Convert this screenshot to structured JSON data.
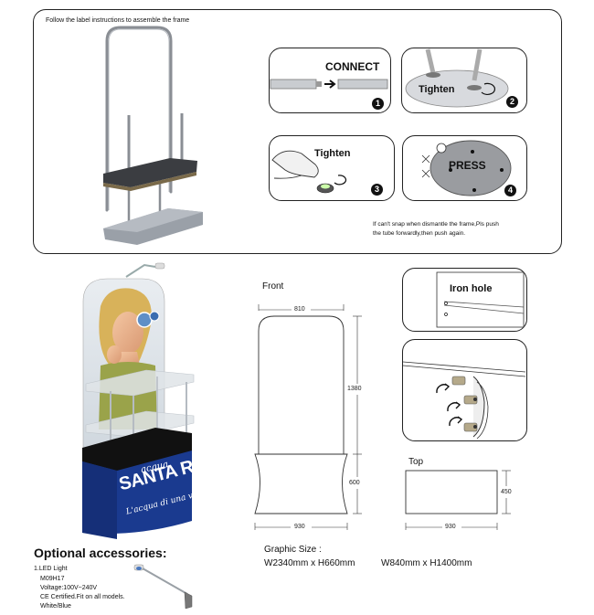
{
  "assembly": {
    "instruction": "Follow the label instructions to assemble the frame",
    "steps": [
      {
        "label": "CONNECT",
        "number": "1"
      },
      {
        "label": "Tighten",
        "number": "2"
      },
      {
        "label": "Tighten",
        "number": "3"
      },
      {
        "label": "PRESS",
        "number": "4"
      }
    ],
    "note_line1": "If can't snap when dismantle the frame,Pls push",
    "note_line2": "the tube forwardly,then push again."
  },
  "banner": {
    "brand_script": "acqua",
    "brand_main": "SANTA RITA",
    "tagline": "L'acqua di una volta."
  },
  "front_view": {
    "label": "Front",
    "top_width": "810",
    "upper_height": "1380",
    "lower_height": "600",
    "bottom_width": "930"
  },
  "top_view": {
    "label": "Top",
    "depth": "450",
    "width": "930"
  },
  "detail": {
    "iron_hole_label": "Iron hole"
  },
  "graphic_size": {
    "title": "Graphic Size :",
    "size1": "W2340mm x H660mm",
    "size2": "W840mm x H1400mm"
  },
  "accessories": {
    "title": "Optional accessories:",
    "item_name": "1.LED Light",
    "model": "M09H17",
    "voltage": "Voltage:100V~240V",
    "cert": "CE Certified.Fit on all models.",
    "colors": "White/Blue"
  }
}
